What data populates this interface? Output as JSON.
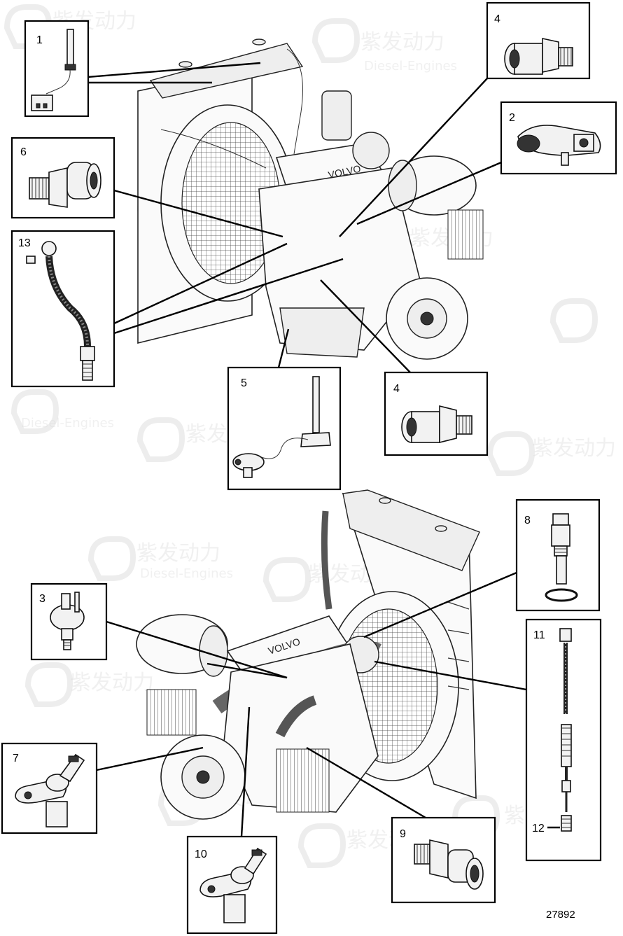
{
  "callouts": {
    "c1": "1",
    "c2": "2",
    "c3": "3",
    "c4a": "4",
    "c4b": "4",
    "c5": "5",
    "c6": "6",
    "c7": "7",
    "c8": "8",
    "c9": "9",
    "c10": "10",
    "c11": "11",
    "c12": "12",
    "c13": "13"
  },
  "drawing_number": "27892",
  "watermark": {
    "brand_cn": "紫发动力",
    "brand_en": "Diesel-Engines"
  }
}
